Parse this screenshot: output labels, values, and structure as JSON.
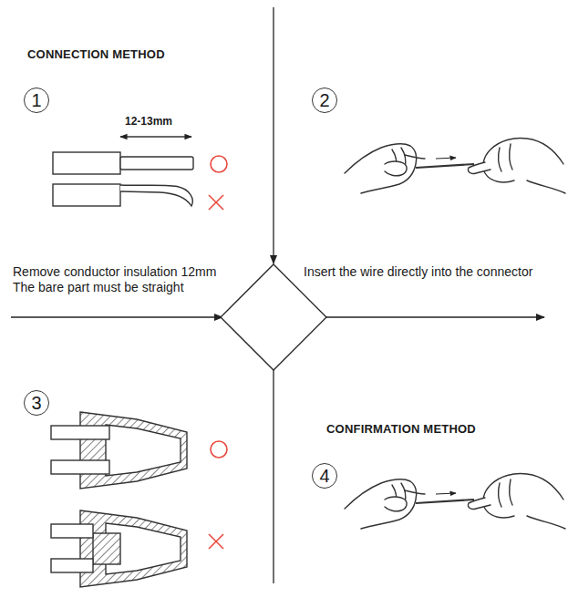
{
  "diagram": {
    "labels": [
      "CONNECTION METHOD",
      "1",
      "12-13mm",
      "2",
      "Remove conductor insulation 12mm The bare part must be straight",
      "Insert the wire directly into the connector",
      "3",
      "CONFIRMATION METHOD",
      "4"
    ]
  }
}
